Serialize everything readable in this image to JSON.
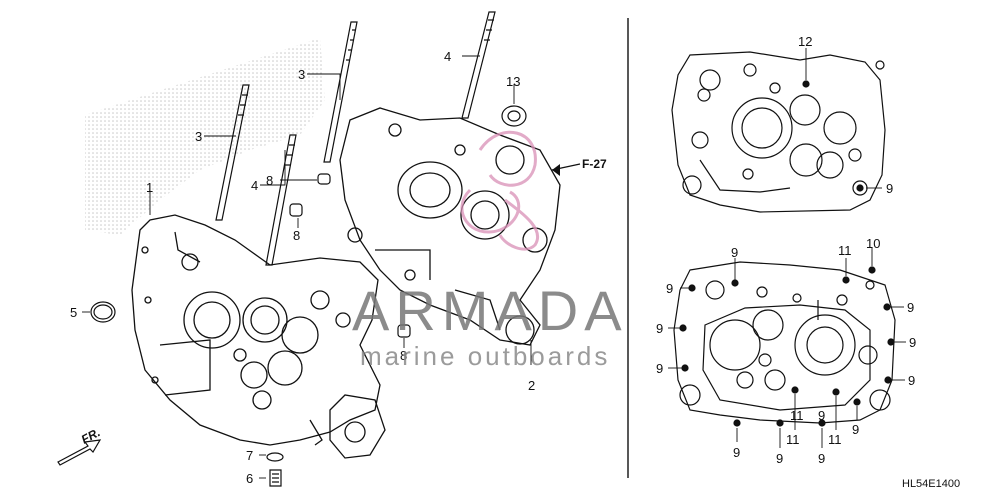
{
  "diagram": {
    "drawing_code": "HL54E1400",
    "ref_label": "F-27",
    "front_label": "FR.",
    "colors": {
      "line": "#111111",
      "watermark": "#6f6f6f",
      "logo_pink": "#d98fb6",
      "dots": "#cfcfcf"
    }
  },
  "watermark": {
    "brand": "ARMADA",
    "tagline": "marine outboards"
  },
  "callouts_left": [
    "1",
    "2",
    "3",
    "3",
    "4",
    "4",
    "5",
    "6",
    "7",
    "8",
    "8",
    "8",
    "13"
  ],
  "callouts_right_top": [
    "12",
    "9"
  ],
  "callouts_right_bottom": [
    "9",
    "9",
    "9",
    "9",
    "9",
    "11",
    "10",
    "9",
    "9",
    "9",
    "9",
    "9",
    "11",
    "9",
    "11",
    "11",
    "9"
  ]
}
